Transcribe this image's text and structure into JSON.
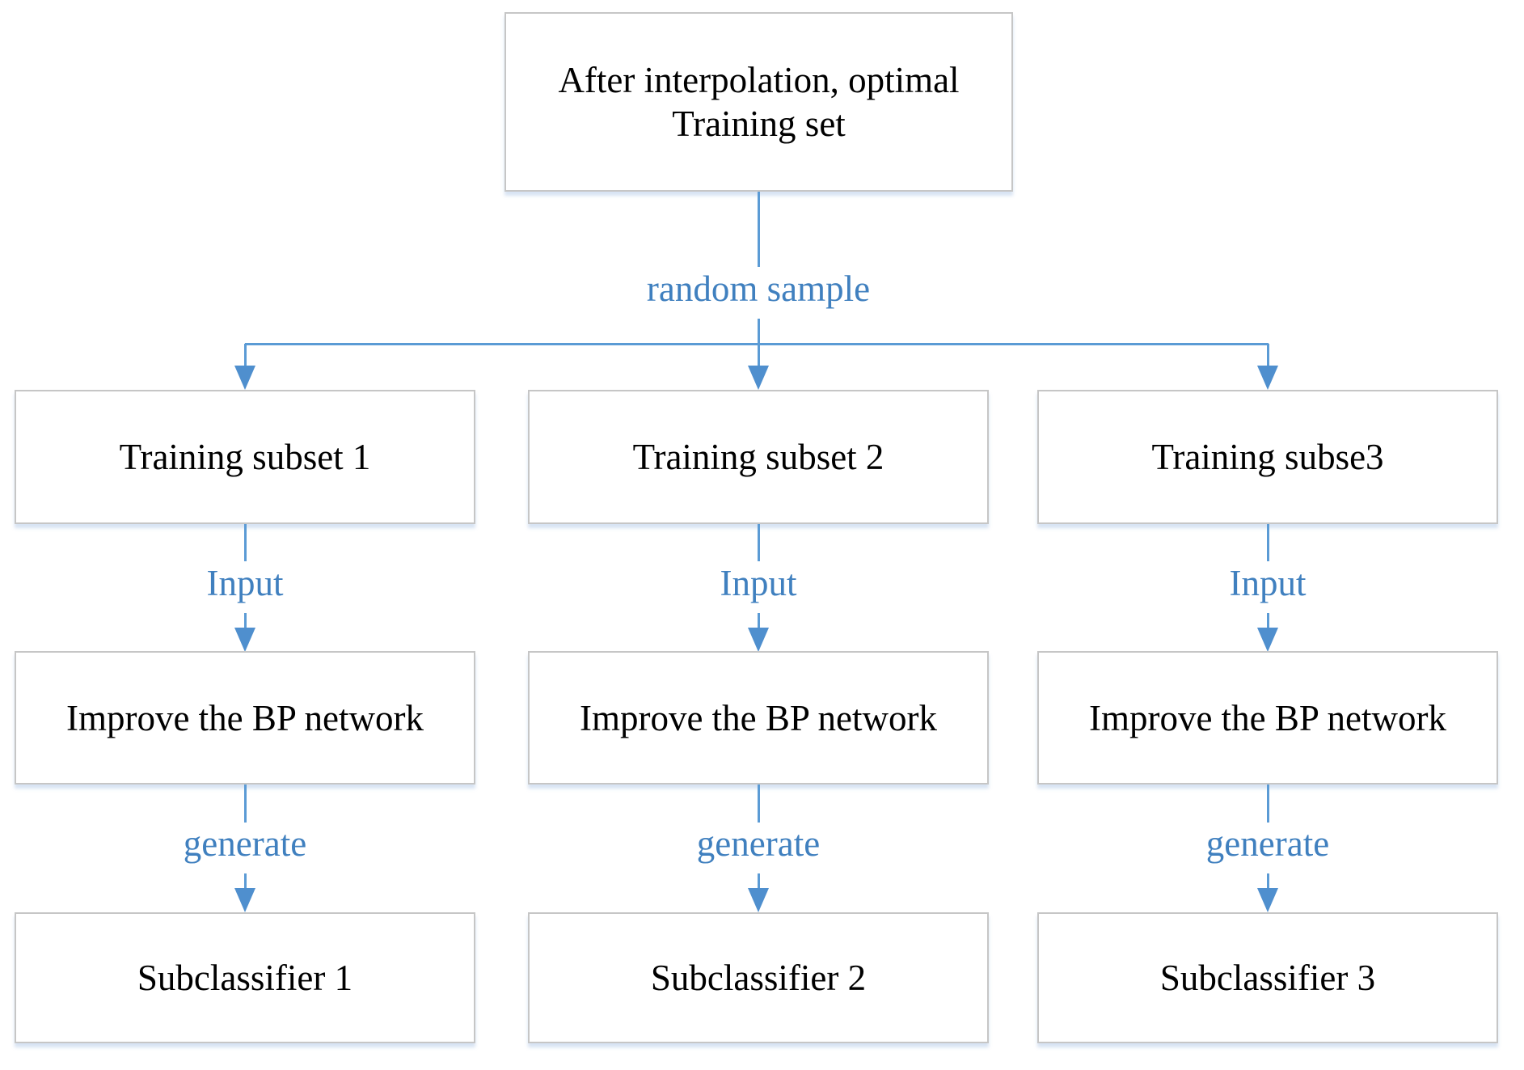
{
  "diagram": {
    "root": {
      "line1": "After interpolation, optimal",
      "line2": "Training set"
    },
    "branch_label": "random sample",
    "columns": [
      {
        "subset": "Training subset 1",
        "input_label": "Input",
        "network": "Improve the BP network",
        "generate_label": "generate",
        "classifier": "Subclassifier 1"
      },
      {
        "subset": "Training subset 2",
        "input_label": "Input",
        "network": "Improve the BP network",
        "generate_label": "generate",
        "classifier": "Subclassifier 2"
      },
      {
        "subset": "Training subse3",
        "input_label": "Input",
        "network": "Improve the BP network",
        "generate_label": "generate",
        "classifier": "Subclassifier 3"
      }
    ],
    "colors": {
      "arrow": "#5B9BD5",
      "edge_label_text": "#4080BF",
      "box_border": "#C6C6C6",
      "box_text": "#000000",
      "background": "#FFFFFF"
    }
  }
}
